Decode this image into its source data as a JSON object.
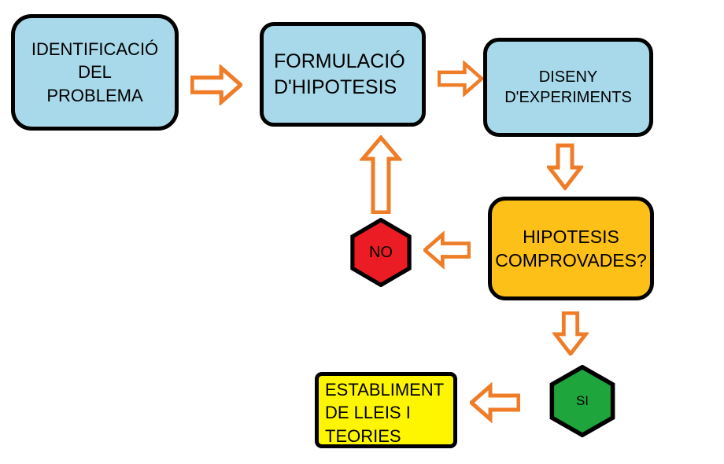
{
  "diagram": {
    "background_color": "#ffffff",
    "arrow_color": "#ef7d28",
    "border_color": "#000000",
    "nodes": {
      "identificacio": {
        "label": "IDENTIFICACIÓ\nDEL\nPROBLEMA",
        "color": "#a8d9ea"
      },
      "formulacio": {
        "label": "FORMULACIÓ\nD'HIPOTESIS",
        "color": "#a8d9ea"
      },
      "diseny": {
        "label": "DISENY\nD'EXPERIMENTS",
        "color": "#a8d9ea"
      },
      "hipotesis": {
        "label": "HIPOTESIS\nCOMPROVADES?",
        "color": "#fdc018"
      },
      "no": {
        "label": "NO",
        "color": "#ec1c24"
      },
      "si": {
        "label": "SI",
        "color": "#1ea53c"
      },
      "establiment": {
        "label": "ESTABLIMENT\nDE LLEIS I\nTEORIES",
        "color": "#fef600"
      }
    }
  }
}
